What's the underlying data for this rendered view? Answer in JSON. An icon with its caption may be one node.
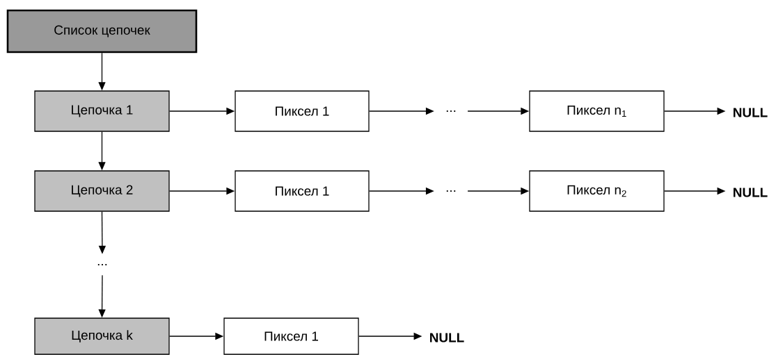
{
  "diagram": {
    "nodes": [
      {
        "text": [
          "Список цепочек"
        ]
      },
      {
        "text": [
          "Цепочка 1"
        ]
      },
      {
        "text": [
          "Пиксел 1"
        ]
      },
      {
        "text": [
          "..."
        ]
      },
      {
        "text": [
          "Пиксел n$_{1}$"
        ]
      },
      {
        "text": [
          "NULL"
        ]
      },
      {
        "text": [
          "Цепочка 2"
        ]
      },
      {
        "text": [
          "Пиксел 1"
        ]
      },
      {
        "text": [
          "..."
        ]
      },
      {
        "text": [
          "Пиксел n$_{2}$"
        ]
      },
      {
        "text": [
          "NULL"
        ]
      },
      {
        "text": [
          "..."
        ]
      },
      {
        "text": [
          "Цепочка k"
        ]
      },
      {
        "text": [
          "Пиксел 1"
        ]
      },
      {
        "text": [
          "NULL"
        ]
      }
    ],
    "edges": [
      {
        "from": 0,
        "to": 1,
        "arrow": "to"
      },
      {
        "from": 1,
        "to": 2,
        "arrow": "to"
      },
      {
        "from": 2,
        "to": 3,
        "arrow": "to"
      },
      {
        "from": 3,
        "to": 4,
        "arrow": "to"
      },
      {
        "from": 4,
        "to": 5,
        "arrow": "to"
      },
      {
        "from": 1,
        "to": 6,
        "arrow": "to"
      },
      {
        "from": 6,
        "to": 7,
        "arrow": "to"
      },
      {
        "from": 7,
        "to": 8,
        "arrow": "to"
      },
      {
        "from": 8,
        "to": 9,
        "arrow": "to"
      },
      {
        "from": 9,
        "to": 10,
        "arrow": "to"
      },
      {
        "from": 6,
        "to": 11,
        "arrow": "to"
      },
      {
        "from": 11,
        "to": 12,
        "arrow": "to"
      },
      {
        "from": 12,
        "to": 13,
        "arrow": "to"
      },
      {
        "from": 13,
        "to": 14,
        "arrow": "to"
      }
    ]
  }
}
